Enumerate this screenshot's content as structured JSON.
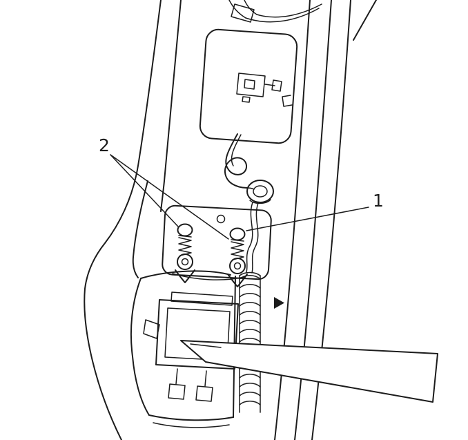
{
  "figure": {
    "subject": "seat-belt-retractor-and-anchor-bolts-lower-pillar-line-art",
    "callouts": {
      "part_1": "1",
      "part_2": "2"
    },
    "colors": {
      "line": "#1c1c1c",
      "background": "#ffffff"
    }
  }
}
